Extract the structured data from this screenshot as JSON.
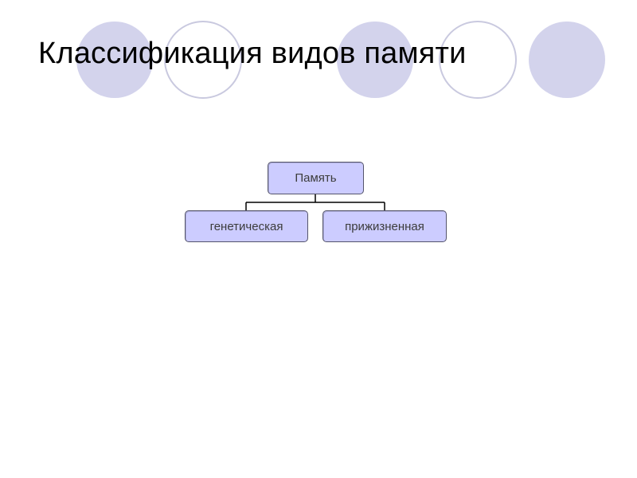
{
  "slide": {
    "title": "Классификация видов памяти"
  },
  "colors": {
    "circle_fill": "#d3d3ec",
    "circle_stroke": "#c9c9df",
    "node_fill": "#ccccff",
    "node_border": "#55556b",
    "connector": "#000000"
  },
  "diagram": {
    "root": {
      "label": "Память"
    },
    "children": [
      {
        "label": "генетическая"
      },
      {
        "label": "прижизненная"
      }
    ]
  }
}
